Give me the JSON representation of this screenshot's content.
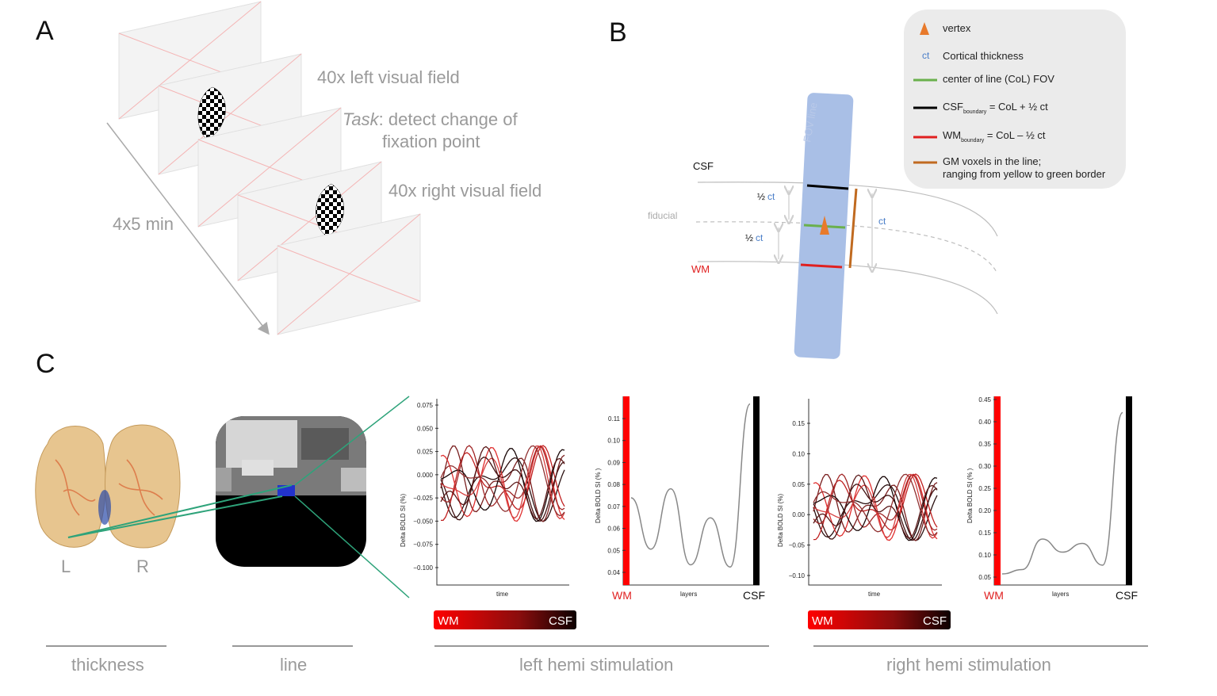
{
  "panels": {
    "a": {
      "letter": "A",
      "left_field": "40x left visual field",
      "task_label": "Task",
      "task_rest": ": detect change of",
      "task_line2": "fixation point",
      "right_field": "40x right visual field",
      "duration": "4x5 min"
    },
    "b": {
      "letter": "B",
      "fov_line": "FOV line",
      "csf": "CSF",
      "fiducial": "fiducial",
      "wm": "WM",
      "half": "½",
      "ct": "ct",
      "legend": {
        "vertex": "vertex",
        "ct_symbol": "ct",
        "ct_desc": "Cortical thickness",
        "col": "center of line (CoL) FOV",
        "csf_main": "CSF",
        "csf_sub": "boundary",
        "csf_formula": " = CoL + ½ ct",
        "wm_main": "WM",
        "wm_sub": "boundary",
        "wm_formula": " = CoL – ½ ct",
        "gm_line1": "GM voxels in the line;",
        "gm_line2": "ranging from yellow to green border"
      },
      "colors": {
        "vertex": "#e87a2b",
        "ct": "#4a7ec8",
        "col": "#6ab04c",
        "csf": "#000000",
        "wm": "#e02020",
        "gm": "#c06a20",
        "fov": "#a9bfe6"
      }
    },
    "c": {
      "letter": "C",
      "brain_l": "L",
      "brain_r": "R",
      "footers": [
        "thickness",
        "line",
        "left hemi stimulation",
        "right hemi stimulation"
      ],
      "gradient": {
        "start": "WM",
        "end": "CSF"
      },
      "plot_time": "time",
      "plot_layers": "layers",
      "ylabel_ts": "Delta BOLD SI (%)",
      "ylabel_prof": "Delta BOLD SI (% )",
      "prof_wm": "WM",
      "prof_csf": "CSF"
    }
  },
  "chart_data": [
    {
      "type": "line",
      "name": "left hemi time courses",
      "xlabel": "time",
      "ylabel": "Delta BOLD SI (%)",
      "yticks": [
        "0.075",
        "0.050",
        "0.025",
        "0.000",
        "−0.025",
        "−0.050",
        "−0.075",
        "−0.100"
      ],
      "ylim": [
        -0.11,
        0.08
      ]
    },
    {
      "type": "line",
      "name": "left hemi layer profile",
      "xlabel": "layers",
      "ylabel": "Delta BOLD SI (% )",
      "yticks": [
        "0.11",
        "0.10",
        "0.09",
        "0.08",
        "0.07",
        "0.06",
        "0.05",
        "0.04"
      ],
      "ylim": [
        0.035,
        0.117
      ],
      "y": [
        0.073,
        0.05,
        0.077,
        0.043,
        0.064,
        0.042,
        0.115
      ]
    },
    {
      "type": "line",
      "name": "right hemi time courses",
      "xlabel": "time",
      "ylabel": "Delta BOLD SI (%)",
      "yticks": [
        "0.15",
        "0.10",
        "0.05",
        "0.00",
        "−0.05",
        "−0.10"
      ],
      "ylim": [
        -0.12,
        0.19
      ]
    },
    {
      "type": "line",
      "name": "right hemi layer profile",
      "xlabel": "layers",
      "ylabel": "Delta BOLD SI (%  )",
      "yticks": [
        "0.45",
        "0.40",
        "0.35",
        "0.30",
        "0.25",
        "0.20",
        "0.15",
        "0.10",
        "0.05"
      ],
      "ylim": [
        0.04,
        0.46
      ],
      "y": [
        0.06,
        0.07,
        0.14,
        0.11,
        0.13,
        0.08,
        0.43
      ]
    }
  ]
}
